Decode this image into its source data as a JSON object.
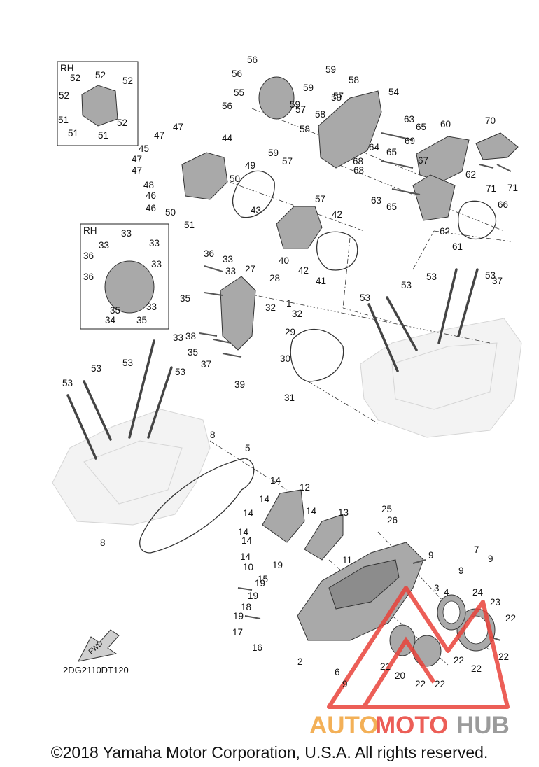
{
  "diagram": {
    "code": "2DG2110DT120",
    "fwd_label": "FWD",
    "inset_label": "RH",
    "watermark": {
      "auto": "AUTO",
      "moto": "MOTO",
      "hub": "HUB",
      "color_red": "#e9423a",
      "color_orange": "#f2a33a",
      "color_gray": "#8a8a8a"
    },
    "copyright": "©2018 Yamaha Motor Corporation, U.S.A. All rights reserved.",
    "callouts": [
      {
        "n": "1"
      },
      {
        "n": "2"
      },
      {
        "n": "3"
      },
      {
        "n": "4"
      },
      {
        "n": "5"
      },
      {
        "n": "6"
      },
      {
        "n": "7"
      },
      {
        "n": "8"
      },
      {
        "n": "8"
      },
      {
        "n": "9"
      },
      {
        "n": "9"
      },
      {
        "n": "9"
      },
      {
        "n": "9"
      },
      {
        "n": "10"
      },
      {
        "n": "11"
      },
      {
        "n": "12"
      },
      {
        "n": "13"
      },
      {
        "n": "14"
      },
      {
        "n": "14"
      },
      {
        "n": "14"
      },
      {
        "n": "14"
      },
      {
        "n": "14"
      },
      {
        "n": "14"
      },
      {
        "n": "14"
      },
      {
        "n": "15"
      },
      {
        "n": "16"
      },
      {
        "n": "17"
      },
      {
        "n": "18"
      },
      {
        "n": "19"
      },
      {
        "n": "19"
      },
      {
        "n": "19"
      },
      {
        "n": "19"
      },
      {
        "n": "20"
      },
      {
        "n": "21"
      },
      {
        "n": "22"
      },
      {
        "n": "22"
      },
      {
        "n": "22"
      },
      {
        "n": "22"
      },
      {
        "n": "22"
      },
      {
        "n": "22"
      },
      {
        "n": "23"
      },
      {
        "n": "24"
      },
      {
        "n": "25"
      },
      {
        "n": "26"
      },
      {
        "n": "27"
      },
      {
        "n": "28"
      },
      {
        "n": "29"
      },
      {
        "n": "30"
      },
      {
        "n": "31"
      },
      {
        "n": "32"
      },
      {
        "n": "32"
      },
      {
        "n": "33"
      },
      {
        "n": "33"
      },
      {
        "n": "33"
      },
      {
        "n": "33"
      },
      {
        "n": "33"
      },
      {
        "n": "33"
      },
      {
        "n": "33"
      },
      {
        "n": "33"
      },
      {
        "n": "34"
      },
      {
        "n": "35"
      },
      {
        "n": "35"
      },
      {
        "n": "35"
      },
      {
        "n": "35"
      },
      {
        "n": "36"
      },
      {
        "n": "36"
      },
      {
        "n": "36"
      },
      {
        "n": "37"
      },
      {
        "n": "37"
      },
      {
        "n": "38"
      },
      {
        "n": "39"
      },
      {
        "n": "40"
      },
      {
        "n": "41"
      },
      {
        "n": "42"
      },
      {
        "n": "42"
      },
      {
        "n": "43"
      },
      {
        "n": "44"
      },
      {
        "n": "45"
      },
      {
        "n": "46"
      },
      {
        "n": "46"
      },
      {
        "n": "47"
      },
      {
        "n": "47"
      },
      {
        "n": "47"
      },
      {
        "n": "47"
      },
      {
        "n": "48"
      },
      {
        "n": "49"
      },
      {
        "n": "50"
      },
      {
        "n": "50"
      },
      {
        "n": "51"
      },
      {
        "n": "51"
      },
      {
        "n": "51"
      },
      {
        "n": "51"
      },
      {
        "n": "52"
      },
      {
        "n": "52"
      },
      {
        "n": "52"
      },
      {
        "n": "52"
      },
      {
        "n": "52"
      },
      {
        "n": "53"
      },
      {
        "n": "53"
      },
      {
        "n": "53"
      },
      {
        "n": "53"
      },
      {
        "n": "53"
      },
      {
        "n": "53"
      },
      {
        "n": "53"
      },
      {
        "n": "53"
      },
      {
        "n": "54"
      },
      {
        "n": "55"
      },
      {
        "n": "56"
      },
      {
        "n": "56"
      },
      {
        "n": "56"
      },
      {
        "n": "57"
      },
      {
        "n": "57"
      },
      {
        "n": "57"
      },
      {
        "n": "57"
      },
      {
        "n": "58"
      },
      {
        "n": "58"
      },
      {
        "n": "58"
      },
      {
        "n": "58"
      },
      {
        "n": "59"
      },
      {
        "n": "59"
      },
      {
        "n": "59"
      },
      {
        "n": "59"
      },
      {
        "n": "60"
      },
      {
        "n": "61"
      },
      {
        "n": "62"
      },
      {
        "n": "62"
      },
      {
        "n": "63"
      },
      {
        "n": "63"
      },
      {
        "n": "64"
      },
      {
        "n": "65"
      },
      {
        "n": "65"
      },
      {
        "n": "65"
      },
      {
        "n": "66"
      },
      {
        "n": "67"
      },
      {
        "n": "68"
      },
      {
        "n": "68"
      },
      {
        "n": "69"
      },
      {
        "n": "70"
      },
      {
        "n": "71"
      },
      {
        "n": "71"
      }
    ]
  }
}
